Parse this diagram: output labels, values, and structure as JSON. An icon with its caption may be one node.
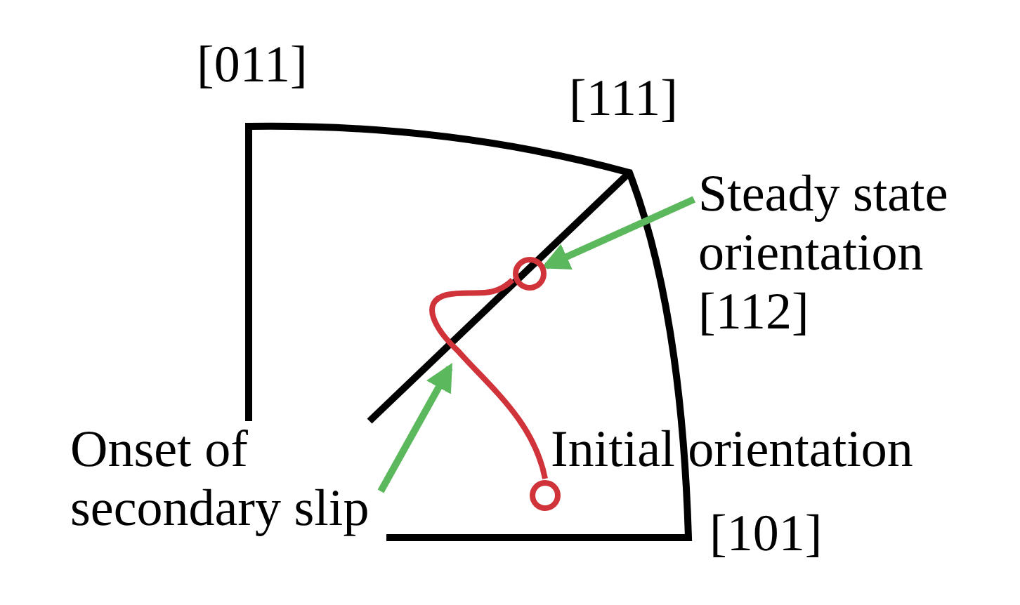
{
  "diagram": {
    "nodes": [
      {
        "text": [
          "Steady state orientation [112]"
        ]
      },
      {
        "text": [],
        "shape": "circle"
      },
      {
        "text": [
          "Onset of secondary slip"
        ]
      },
      {
        "text": [],
        "shape": "circle",
        "beside": [
          "Initial orientation"
        ]
      }
    ],
    "edges": [
      {
        "from": 0,
        "to": 1,
        "arrow": "to"
      },
      {
        "from": 2,
        "to": null,
        "arrow": "to"
      },
      {
        "from": 3,
        "to": 1,
        "arrow": "none",
        "color": "#d0343a"
      }
    ],
    "labels": [
      "[011]",
      "[111]",
      "[101]"
    ]
  }
}
